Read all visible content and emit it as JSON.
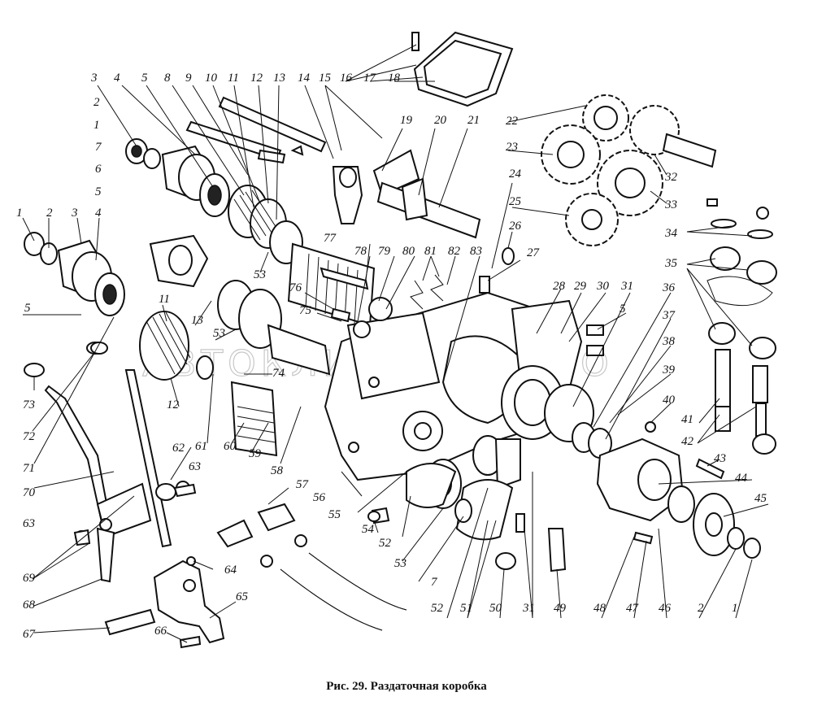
{
  "caption": "Рис. 29. Раздаточная коробка",
  "watermark": "АВТОКЛИНКЕРБЕРТО",
  "callouts": [
    {
      "id": "c1a",
      "label": "1"
    },
    {
      "id": "c2a",
      "label": "2"
    },
    {
      "id": "c3a",
      "label": "3"
    },
    {
      "id": "c4a",
      "label": "4"
    },
    {
      "id": "c5a",
      "label": "5"
    },
    {
      "id": "c5b",
      "label": "5"
    },
    {
      "id": "c1b",
      "label": "1"
    },
    {
      "id": "c2b",
      "label": "2"
    },
    {
      "id": "c3b",
      "label": "3"
    },
    {
      "id": "c4b",
      "label": "4"
    },
    {
      "id": "c5c",
      "label": "5"
    },
    {
      "id": "c7a",
      "label": "7"
    },
    {
      "id": "c6",
      "label": "6"
    },
    {
      "id": "c8",
      "label": "8"
    },
    {
      "id": "c9",
      "label": "9"
    },
    {
      "id": "c10",
      "label": "10"
    },
    {
      "id": "c11a",
      "label": "11"
    },
    {
      "id": "c12a",
      "label": "12"
    },
    {
      "id": "c13a",
      "label": "13"
    },
    {
      "id": "c14",
      "label": "14"
    },
    {
      "id": "c15",
      "label": "15"
    },
    {
      "id": "c16",
      "label": "16"
    },
    {
      "id": "c17",
      "label": "17"
    },
    {
      "id": "c18",
      "label": "18"
    },
    {
      "id": "c19",
      "label": "19"
    },
    {
      "id": "c20",
      "label": "20"
    },
    {
      "id": "c21",
      "label": "21"
    },
    {
      "id": "c22",
      "label": "22"
    },
    {
      "id": "c23",
      "label": "23"
    },
    {
      "id": "c24",
      "label": "24"
    },
    {
      "id": "c25",
      "label": "25"
    },
    {
      "id": "c26",
      "label": "26"
    },
    {
      "id": "c27",
      "label": "27"
    },
    {
      "id": "c28",
      "label": "28"
    },
    {
      "id": "c29",
      "label": "29"
    },
    {
      "id": "c30",
      "label": "30"
    },
    {
      "id": "c31a",
      "label": "31"
    },
    {
      "id": "c5d",
      "label": "5"
    },
    {
      "id": "c32",
      "label": "32"
    },
    {
      "id": "c33",
      "label": "33"
    },
    {
      "id": "c34",
      "label": "34"
    },
    {
      "id": "c35",
      "label": "35"
    },
    {
      "id": "c36",
      "label": "36"
    },
    {
      "id": "c37",
      "label": "37"
    },
    {
      "id": "c38",
      "label": "38"
    },
    {
      "id": "c39",
      "label": "39"
    },
    {
      "id": "c40",
      "label": "40"
    },
    {
      "id": "c41",
      "label": "41"
    },
    {
      "id": "c42",
      "label": "42"
    },
    {
      "id": "c43",
      "label": "43"
    },
    {
      "id": "c44",
      "label": "44"
    },
    {
      "id": "c45",
      "label": "45"
    },
    {
      "id": "c77",
      "label": "77"
    },
    {
      "id": "c78",
      "label": "78"
    },
    {
      "id": "c79",
      "label": "79"
    },
    {
      "id": "c80",
      "label": "80"
    },
    {
      "id": "c81",
      "label": "81"
    },
    {
      "id": "c82",
      "label": "82"
    },
    {
      "id": "c83",
      "label": "83"
    },
    {
      "id": "c76",
      "label": "76"
    },
    {
      "id": "c75",
      "label": "75"
    },
    {
      "id": "c53a",
      "label": "53"
    },
    {
      "id": "c53b",
      "label": "53"
    },
    {
      "id": "c74",
      "label": "74"
    },
    {
      "id": "c11b",
      "label": "11"
    },
    {
      "id": "c13b",
      "label": "13"
    },
    {
      "id": "c12b",
      "label": "12"
    },
    {
      "id": "c73",
      "label": "73"
    },
    {
      "id": "c72",
      "label": "72"
    },
    {
      "id": "c71",
      "label": "71"
    },
    {
      "id": "c70",
      "label": "70"
    },
    {
      "id": "c61",
      "label": "61"
    },
    {
      "id": "c60",
      "label": "60"
    },
    {
      "id": "c59",
      "label": "59"
    },
    {
      "id": "c58",
      "label": "58"
    },
    {
      "id": "c62",
      "label": "62"
    },
    {
      "id": "c63a",
      "label": "63"
    },
    {
      "id": "c63b",
      "label": "63"
    },
    {
      "id": "c57",
      "label": "57"
    },
    {
      "id": "c56",
      "label": "56"
    },
    {
      "id": "c55",
      "label": "55"
    },
    {
      "id": "c54",
      "label": "54"
    },
    {
      "id": "c52a",
      "label": "52"
    },
    {
      "id": "c53c",
      "label": "53"
    },
    {
      "id": "c7b",
      "label": "7"
    },
    {
      "id": "c69",
      "label": "69"
    },
    {
      "id": "c68",
      "label": "68"
    },
    {
      "id": "c64",
      "label": "64"
    },
    {
      "id": "c65",
      "label": "65"
    },
    {
      "id": "c67",
      "label": "67"
    },
    {
      "id": "c66",
      "label": "66"
    },
    {
      "id": "c52b",
      "label": "52"
    },
    {
      "id": "c51",
      "label": "51"
    },
    {
      "id": "c50",
      "label": "50"
    },
    {
      "id": "c31b",
      "label": "31"
    },
    {
      "id": "c49",
      "label": "49"
    },
    {
      "id": "c48",
      "label": "48"
    },
    {
      "id": "c47",
      "label": "47"
    },
    {
      "id": "c46",
      "label": "46"
    },
    {
      "id": "c2c",
      "label": "2"
    },
    {
      "id": "c1c",
      "label": "1"
    }
  ]
}
